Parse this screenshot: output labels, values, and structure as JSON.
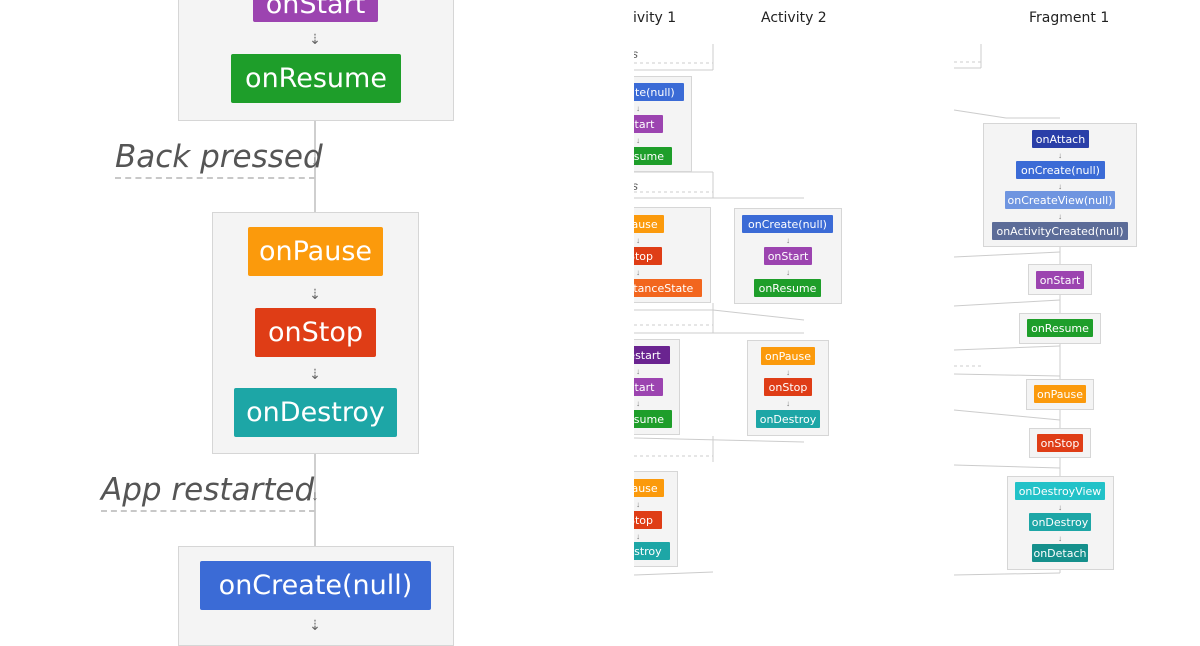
{
  "colors": {
    "purple": "#9c44b0",
    "green": "#1e9e2a",
    "orange": "#fb9a0c",
    "red": "#df3d16",
    "teal": "#1da6a6",
    "blue": "#3b6bd6",
    "dark_purple": "#6a2490",
    "dark_blue": "#2a3fa8",
    "light_blue": "#6f95e0",
    "slate": "#5c6c98",
    "cyan": "#22c2c8",
    "dark_teal": "#15908c"
  },
  "left": {
    "top_partial": "onStart",
    "top_resume": "onResume",
    "event1": "Back pressed",
    "mid": [
      "onPause",
      "onStop",
      "onDestroy"
    ],
    "event2": "App restarted",
    "bottom": "onCreate(null)"
  },
  "headers": {
    "activity1": "ivity 1",
    "activity2": "Activity 2",
    "fragment1": "Fragment 1"
  },
  "middle": {
    "labels": [
      "s",
      "s"
    ],
    "a1_g1": [
      "ate(null)",
      "Start",
      "esume"
    ],
    "a1_g2": [
      "Pause",
      "Stop",
      "stanceState"
    ],
    "a2_g1": [
      "onCreate(null)",
      "onStart",
      "onResume"
    ],
    "a1_g3": [
      "estart",
      "Start",
      "esume"
    ],
    "a2_g2": [
      "onPause",
      "onStop",
      "onDestroy"
    ],
    "a1_g4": [
      "Pause",
      "Stop",
      "estroy"
    ]
  },
  "fragment": {
    "g1": [
      "onAttach",
      "onCreate(null)",
      "onCreateView(null)",
      "onActivityCreated(null)"
    ],
    "start": "onStart",
    "resume": "onResume",
    "pause": "onPause",
    "stop": "onStop",
    "g_end": [
      "onDestroyView",
      "onDestroy",
      "onDetach"
    ]
  }
}
